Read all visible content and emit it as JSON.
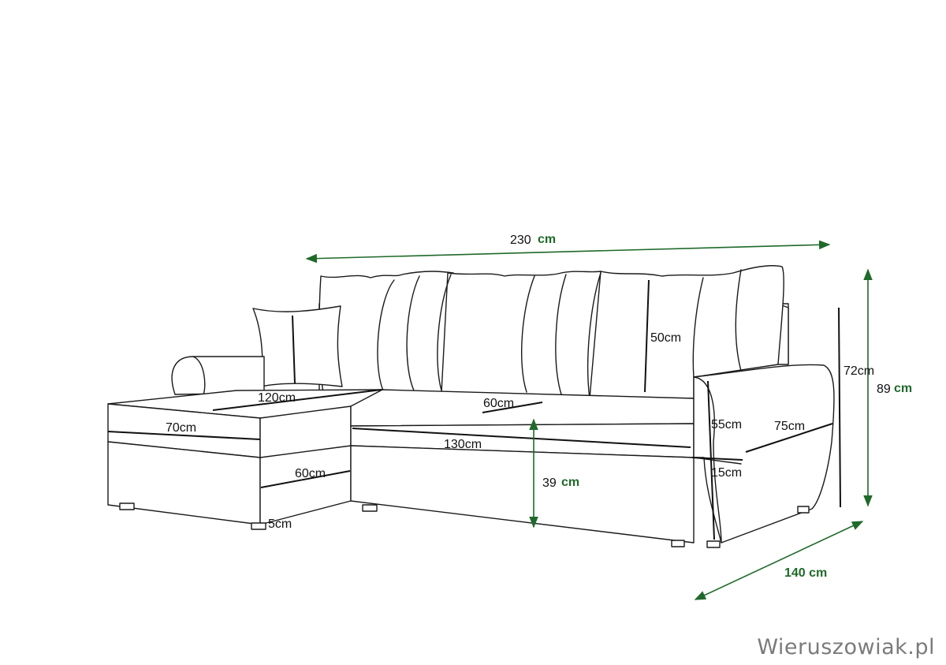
{
  "diagram": {
    "overall": {
      "width": {
        "number": "230",
        "unit": "cm"
      },
      "height": {
        "number": "89",
        "unit": "cm"
      },
      "depth": {
        "label": "140 cm"
      }
    },
    "measurements": {
      "backrest_height": "72cm",
      "cushion_height": "50cm",
      "chaise_length": "120cm",
      "chaise_width": "70cm",
      "chaise_depth_lower": "60cm",
      "foot_height": "5cm",
      "seat_depth": "60cm",
      "seat_width": "130cm",
      "seat_height": {
        "number": "39",
        "unit": "cm"
      },
      "armrest_height": "55cm",
      "armrest_depth": "75cm",
      "armrest_width": "15cm"
    }
  },
  "watermark": "Wieruszowiak.pl",
  "colors": {
    "dimension_arrow": "#1f6a2a",
    "outline": "#1a1a1a",
    "dim_line": "#111111"
  }
}
